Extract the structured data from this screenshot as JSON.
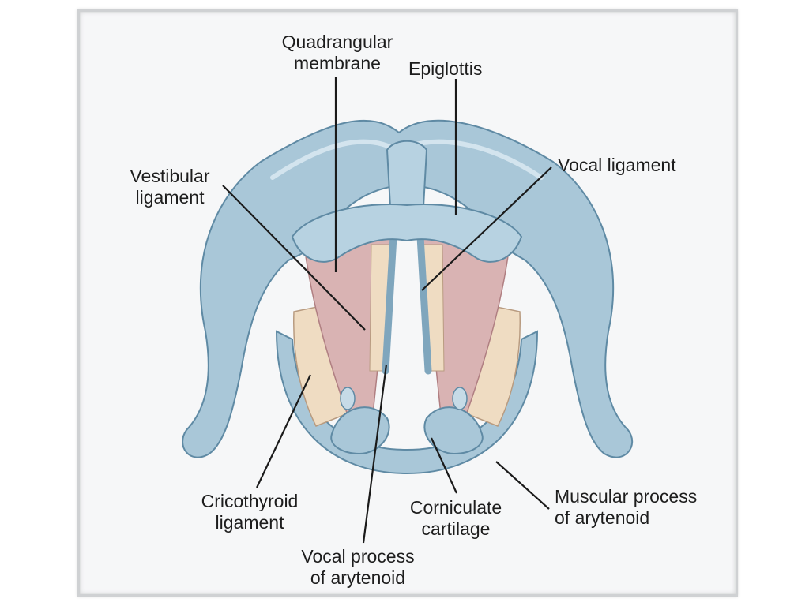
{
  "diagram": {
    "labels": {
      "quadrangular_membrane": [
        "Quadrangular",
        "membrane"
      ],
      "epiglottis": [
        "Epiglottis"
      ],
      "vestibular_ligament": [
        "Vestibular",
        "ligament"
      ],
      "vocal_ligament": [
        "Vocal ligament"
      ],
      "cricothyroid_ligament": [
        "Cricothyroid",
        "ligament"
      ],
      "corniculate_cartilage": [
        "Corniculate",
        "cartilage"
      ],
      "muscular_process": [
        "Muscular process",
        "of arytenoid"
      ],
      "vocal_process": [
        "Vocal process",
        "of arytenoid"
      ]
    },
    "colors": {
      "cartilage": "#a9c7d8",
      "cartilage_shade": "#7fa6bd",
      "cartilage_outline": "#5f8aa4",
      "membrane": "#d9b3b3",
      "ligament_tan": "#efdcc2",
      "leader_line": "#1a1a1a"
    }
  }
}
